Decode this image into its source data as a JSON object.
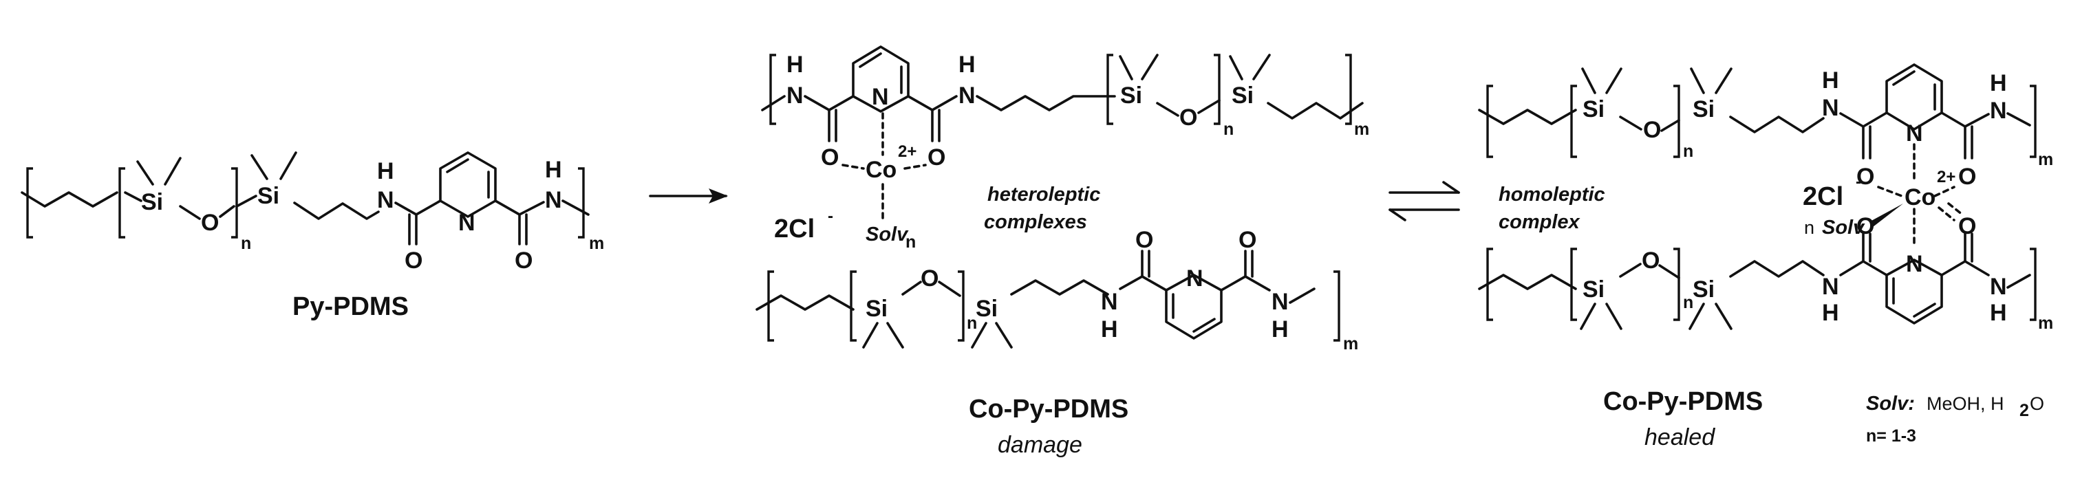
{
  "molecules": {
    "py_pdms": {
      "name": "Py-PDMS"
    },
    "co_py_pdms_damage": {
      "name": "Co-Py-PDMS",
      "state": "damage",
      "annotation": [
        "heteroleptic",
        "complexes"
      ],
      "counterion": "2Cl",
      "counterion_charge": "-",
      "solv": "Solv",
      "solv_sub": "n"
    },
    "co_py_pdms_healed": {
      "name": "Co-Py-PDMS",
      "state": "healed",
      "annotation": [
        "homoleptic",
        "complex"
      ],
      "counterion": "2Cl",
      "counterion_charge": "-",
      "solv_prefix": "n",
      "solv": "Solv"
    }
  },
  "atoms": {
    "si": "Si",
    "o": "O",
    "n": "N",
    "h": "H",
    "co": "Co",
    "co_charge": "2+"
  },
  "subscripts": {
    "n": "n",
    "m": "m"
  },
  "legend": {
    "solv_label": "Solv:",
    "solv_value_pre": "MeOH, H",
    "solv_value_sub": "2",
    "solv_value_post": "O",
    "n_range": "n= 1-3"
  }
}
